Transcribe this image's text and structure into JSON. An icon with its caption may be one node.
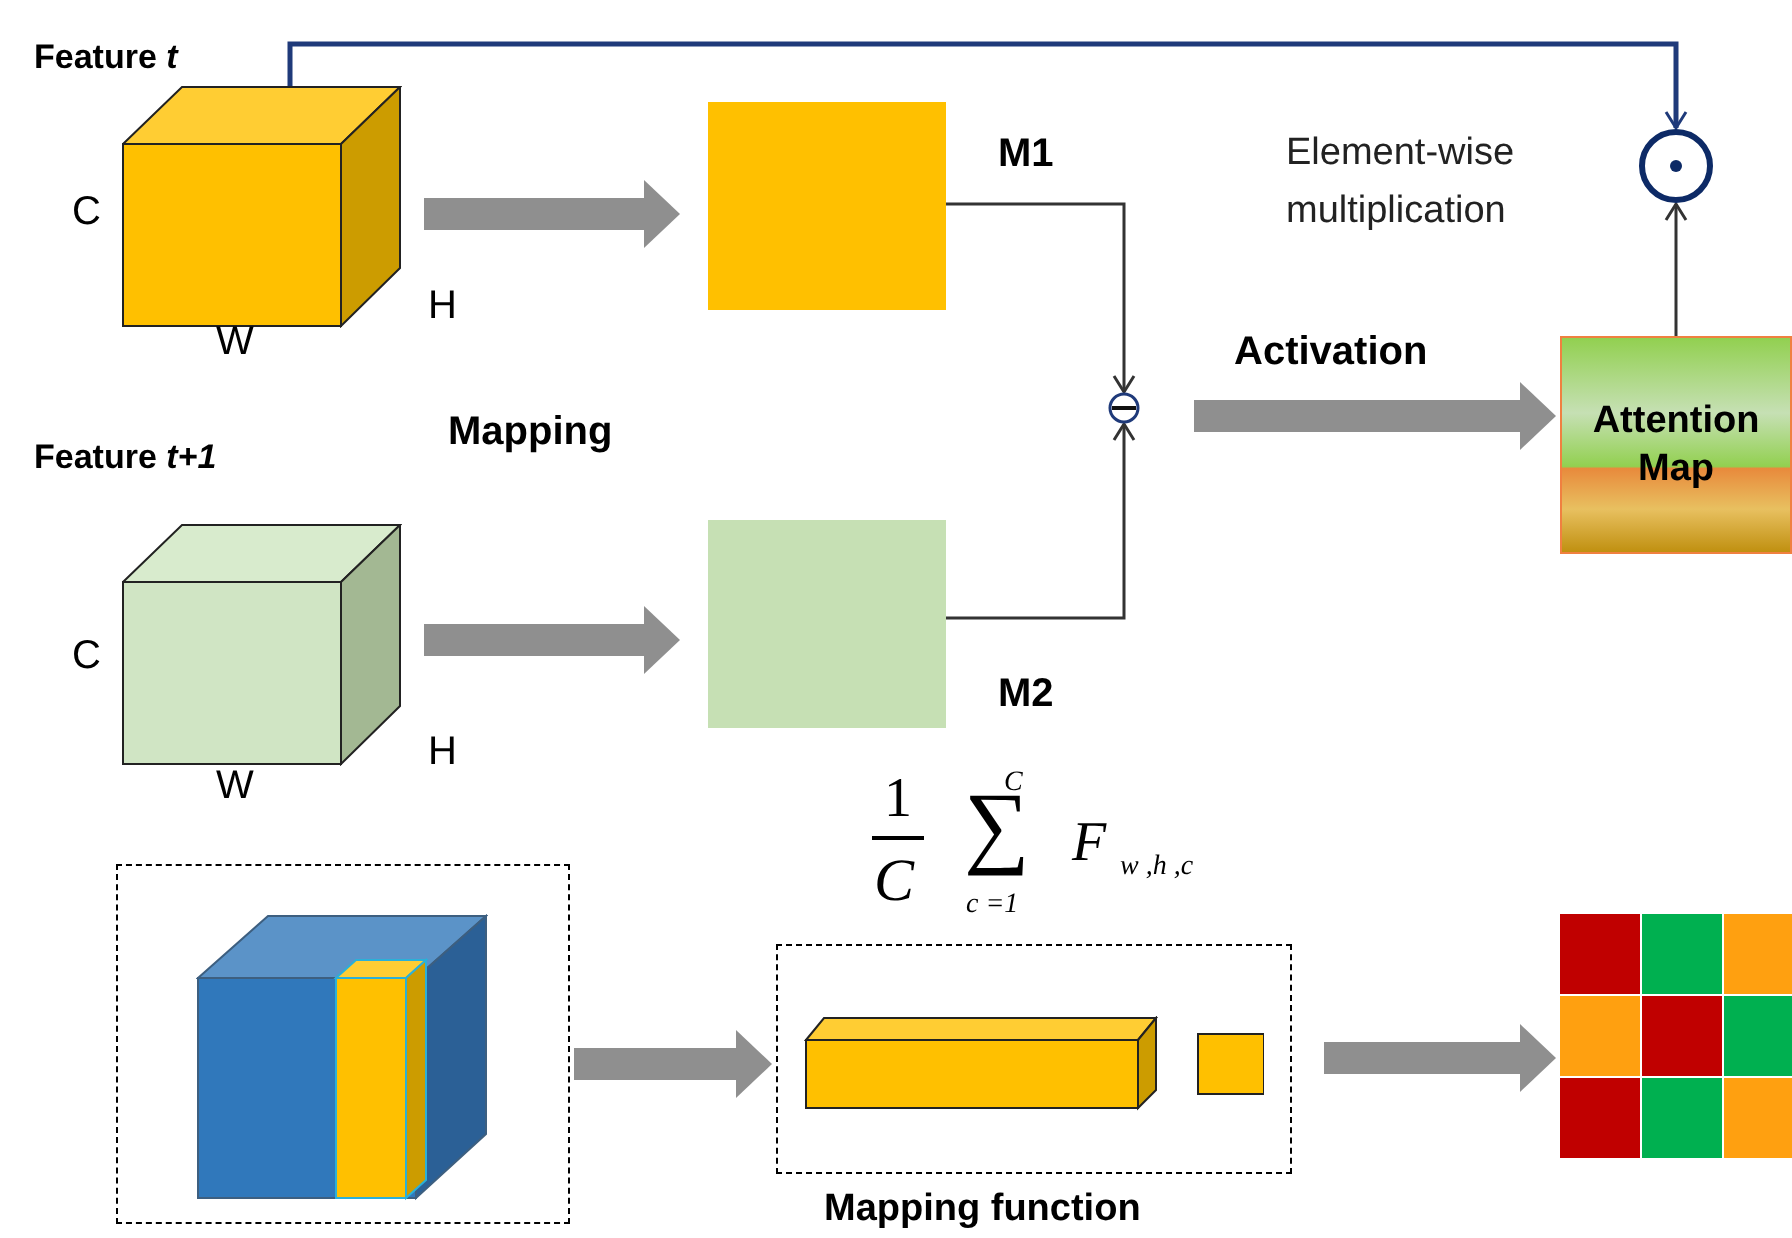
{
  "diagram": {
    "nodes": [
      {
        "text": [],
        "shape": "cube",
        "beside": [
          "Feature *t*"
        ]
      },
      {
        "text": [],
        "shape": "box",
        "beside": [
          "M1"
        ]
      },
      {
        "text": [],
        "shape": "cube",
        "beside": [
          "Feature *t+1*"
        ]
      },
      {
        "text": [],
        "shape": "box",
        "beside": [
          "M2"
        ]
      },
      {
        "text": [],
        "shape": "circle"
      },
      {
        "text": [
          "Attention Map"
        ]
      },
      {
        "text": [],
        "shape": "circle",
        "beside": [
          "Element-wise multiplication"
        ]
      },
      {
        "text": [],
        "shape": "box"
      },
      {
        "text": [
          "Mapping function"
        ]
      },
      {
        "text": [],
        "shape": "box"
      }
    ],
    "edges": [
      {
        "from": 0,
        "to": 1,
        "arrow": "to"
      },
      {
        "from": 2,
        "to": 3,
        "arrow": "to"
      },
      {
        "from": 1,
        "to": 4,
        "arrow": "to",
        "color": "#333333"
      },
      {
        "from": 3,
        "to": 4,
        "arrow": "to",
        "color": "#333333"
      },
      {
        "from": 4,
        "to": 5,
        "arrow": "to",
        "label": "Activation"
      },
      {
        "from": 0,
        "to": 6,
        "arrow": "to",
        "color": "#1f3a7a"
      },
      {
        "from": 5,
        "to": 6,
        "arrow": "to",
        "color": "#333333"
      },
      {
        "from": 7,
        "to": 8,
        "arrow": "to"
      },
      {
        "from": 8,
        "to": 9,
        "arrow": "to"
      }
    ],
    "labels": [
      "C",
      "W",
      "H",
      "Mapping",
      "C",
      "W",
      "H",
      "1",
      "C",
      "C",
      "∑",
      "c =1",
      "F",
      "w ,h ,c"
    ]
  }
}
